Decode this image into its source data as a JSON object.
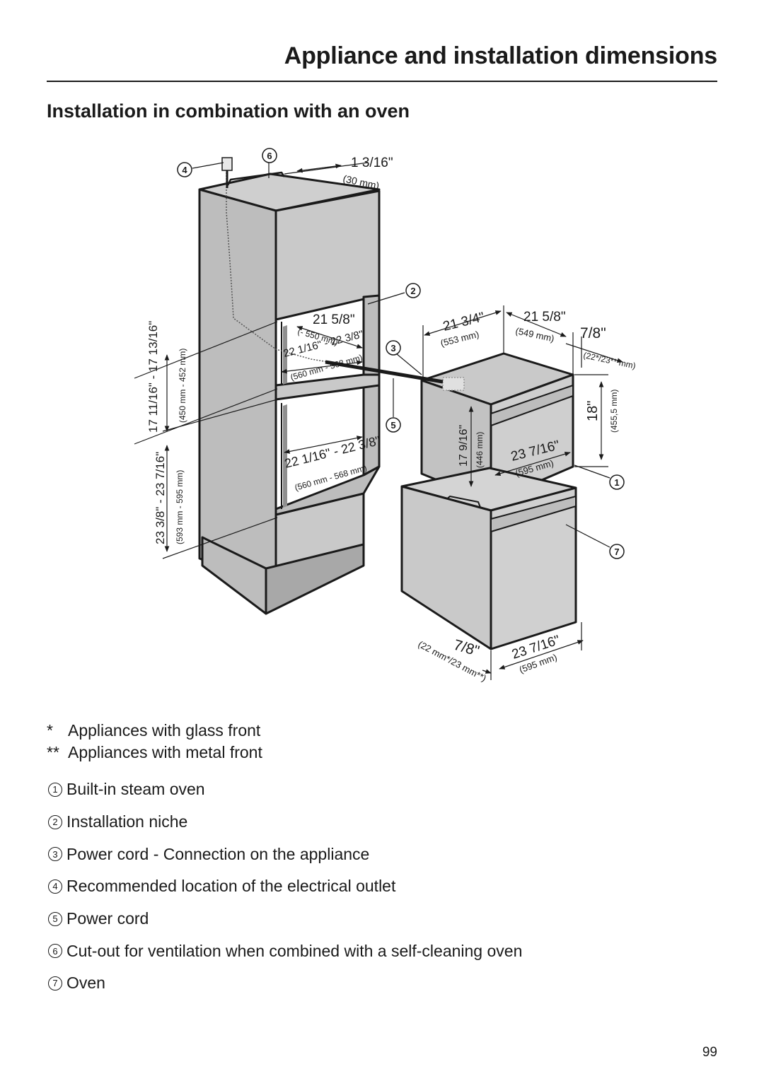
{
  "header": {
    "title": "Appliance and installation dimensions"
  },
  "section": {
    "title": "Installation in combination with an oven"
  },
  "diagram": {
    "callouts": [
      "1",
      "2",
      "3",
      "4",
      "5",
      "6",
      "7"
    ],
    "dimensions": {
      "vent_in": "1 3/16\"",
      "vent_mm": "(30 mm)",
      "niche_depth_in": "21 5/8\"",
      "niche_depth_mm": "(- 550 mm)",
      "niche_upper_width_in": "22 1/16\" - 22 3/8\"",
      "niche_upper_width_mm": "(560 mm - 568 mm)",
      "niche_height_in": "17 11/16\" - 17 13/16\"",
      "niche_height_mm": "(450 mm - 452 mm)",
      "niche_lower_width_in": "22 1/16\" - 22 3/8\"",
      "niche_lower_width_mm": "(560 mm - 568 mm)",
      "oven_niche_height_in": "23 3/8\" - 23 7/16\"",
      "oven_niche_height_mm": "(593 mm - 595 mm)",
      "app_depth_in": "21 3/4\"",
      "app_depth_mm": "(553 mm)",
      "app_body_depth_in": "21 5/8\"",
      "app_body_depth_mm": "(549 mm)",
      "front_thick_in": "7/8\"",
      "front_thick_mm": "(22*/23** mm)",
      "app_body_height_in": "17 9/16\"",
      "app_body_height_mm": "(446 mm)",
      "app_width_in": "23 7/16\"",
      "app_width_mm": "(595 mm)",
      "app_height_in": "18\"",
      "app_height_mm": "(455,5 mm)",
      "oven_front_in": "7/8\"",
      "oven_front_mm": "(22 mm*/23 mm**)",
      "oven_width_in": "23 7/16\"",
      "oven_width_mm": "(595 mm)"
    }
  },
  "footnotes": [
    {
      "mark": "*",
      "text": "Appliances with glass front"
    },
    {
      "mark": "**",
      "text": "Appliances with metal front"
    }
  ],
  "legend": [
    {
      "num": "1",
      "text": "Built-in steam oven"
    },
    {
      "num": "2",
      "text": "Installation niche"
    },
    {
      "num": "3",
      "text": "Power cord - Connection on the appliance"
    },
    {
      "num": "4",
      "text": "Recommended location of the electrical outlet"
    },
    {
      "num": "5",
      "text": "Power cord"
    },
    {
      "num": "6",
      "text": "Cut-out for ventilation when combined with a self-cleaning oven"
    },
    {
      "num": "7",
      "text": "Oven"
    }
  ],
  "page_number": "99",
  "colors": {
    "text": "#1a1a1a",
    "cabinet_fill": "#bdbdbd",
    "cabinet_dark": "#a8a8a8",
    "line": "#1a1a1a"
  }
}
